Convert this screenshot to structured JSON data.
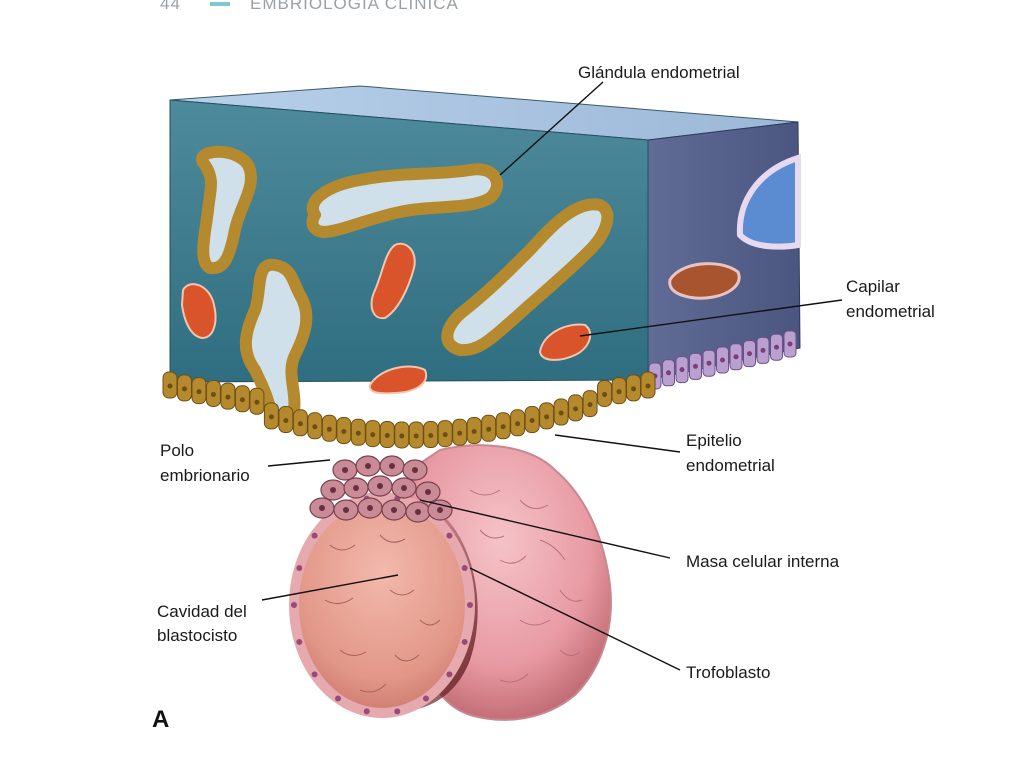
{
  "header": {
    "text": "EMBRIOLOGÍA CLÍNICA",
    "page_number": "44"
  },
  "panel_letter": "A",
  "labels": {
    "glandula": "Glándula endometrial",
    "capilar_1": "Capilar",
    "capilar_2": "endometrial",
    "epitelio_1": "Epitelio",
    "epitelio_2": "endometrial",
    "polo_1": "Polo",
    "polo_2": "embrionario",
    "masa": "Masa celular interna",
    "cavidad_1": "Cavidad del",
    "cavidad_2": "blastocisto",
    "trofoblasto": "Trofoblasto"
  },
  "colors": {
    "endometrium_front": "#3f7d8f",
    "endometrium_side": "#57648f",
    "endometrium_top": "#a9c4e0",
    "gland_cells": "#b5892e",
    "gland_lumen": "#cfe0ea",
    "capillary": "#d9532b",
    "trophoblast": "#e8a0a8",
    "blastocyst_cavity": "#e9a79e",
    "side_epithelium": "#b9a0d0"
  }
}
